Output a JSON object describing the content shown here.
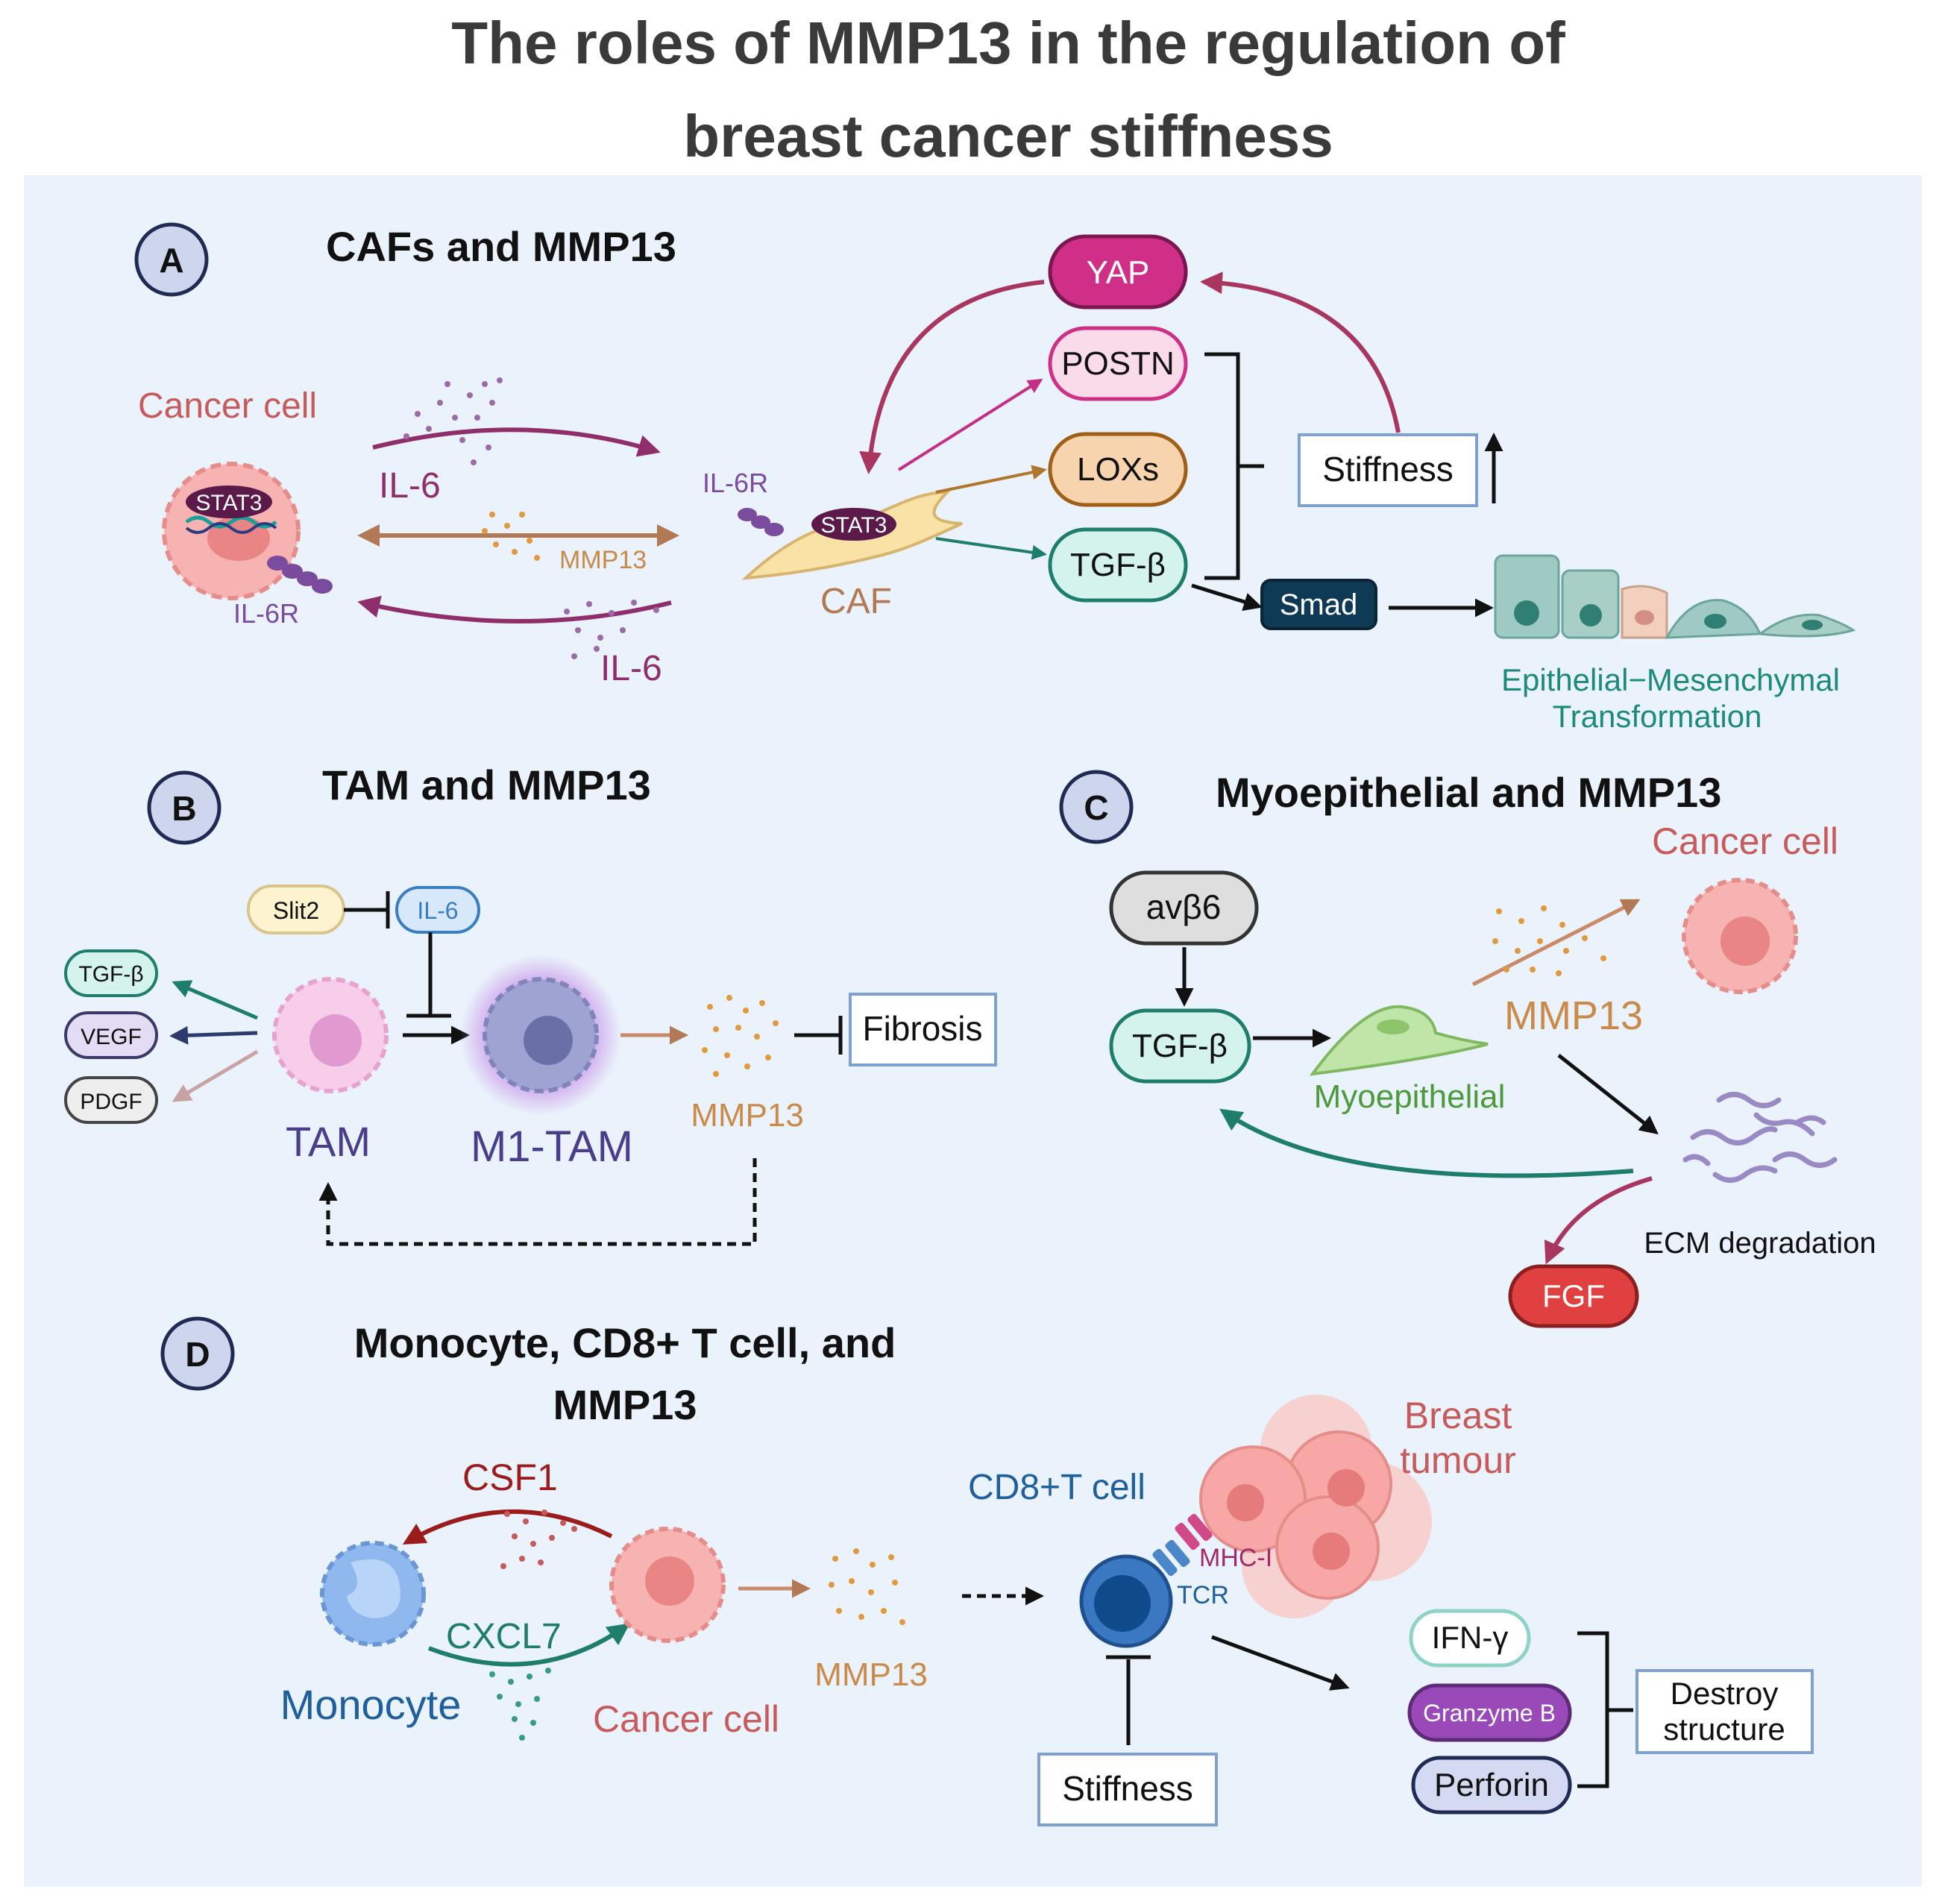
{
  "title": {
    "line1": "The  roles of MMP13 in the regulation of",
    "line2": "breast cancer stiffness"
  },
  "colors": {
    "panel_bg": "#eaf2fb",
    "title": "#3a3a3a",
    "cancer": "#f2a0a0",
    "il6": "#8e2f6b",
    "mmp13": "#c98a4a",
    "teal": "#1e7d6b",
    "yap": "#c42f86",
    "tcell": "#1f5f9c"
  },
  "panel_a": {
    "badge": "A",
    "title": "CAFs and MMP13",
    "cancer_cell": "Cancer cell",
    "stat3_cancer": "STAT3",
    "il6_top": "IL-6",
    "mmp13": "MMP13",
    "il6r_cancer": "IL-6R",
    "il6_bottom": "IL-6",
    "il6r_caf": "IL-6R",
    "stat3_caf": "STAT3",
    "caf": "CAF",
    "yap": "YAP",
    "postn": "POSTN",
    "loxs": "LOXs",
    "tgfb": "TGF-β",
    "stiffness": "Stiffness",
    "smad": "Smad",
    "emt_line1": "Epithelial−Mesenchymal",
    "emt_line2": "Transformation"
  },
  "panel_b": {
    "badge": "B",
    "title": "TAM and MMP13",
    "slit2": "Slit2",
    "il6": "IL-6",
    "tgfb": "TGF-β",
    "vegf": "VEGF",
    "pdgf": "PDGF",
    "tam": "TAM",
    "m1tam": "M1-TAM",
    "mmp13": "MMP13",
    "fibrosis": "Fibrosis"
  },
  "panel_c": {
    "badge": "C",
    "title": "Myoepithelial and MMP13",
    "avb6": "avβ6",
    "tgfb": "TGF-β",
    "myoepithelial": "Myoepithelial",
    "mmp13": "MMP13",
    "cancer_cell": "Cancer cell",
    "ecm": "ECM degradation",
    "fgf": "FGF"
  },
  "panel_d": {
    "badge": "D",
    "title_line1": "Monocyte, CD8+ T cell, and",
    "title_line2": "MMP13",
    "csf1": "CSF1",
    "cxcl7": "CXCL7",
    "monocyte": "Monocyte",
    "cancer_cell": "Cancer cell",
    "mmp13": "MMP13",
    "cd8": "CD8+T cell",
    "tumour_line1": "Breast",
    "tumour_line2": "tumour",
    "mhc": "MHC-I",
    "tcr": "TCR",
    "stiffness": "Stiffness",
    "ifn": "IFN-γ",
    "granzyme": "Granzyme B",
    "perforin": "Perforin",
    "destroy_line1": "Destroy",
    "destroy_line2": "structure"
  }
}
